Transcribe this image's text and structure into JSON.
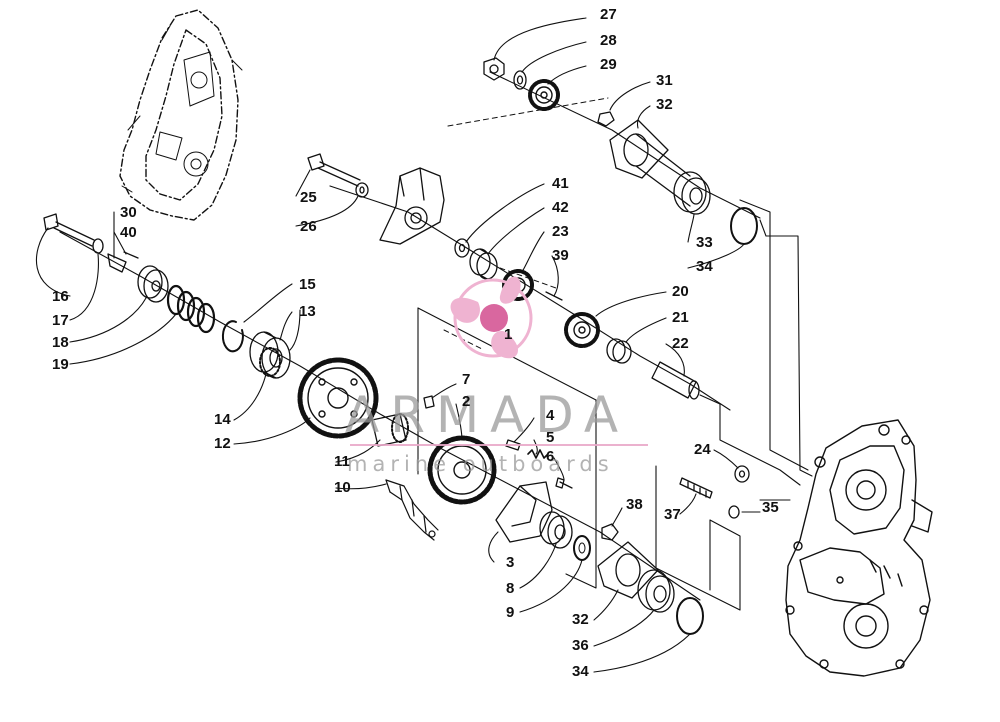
{
  "watermark": {
    "brand": "ARMADA",
    "tagline": "marine outboards",
    "colors": {
      "logo_pink": "#d9679f",
      "logo_pink_light": "#efb3d1",
      "text_gray": "#9a9a9a"
    }
  },
  "callouts": [
    {
      "id": "c27",
      "label": "27"
    },
    {
      "id": "c28",
      "label": "28"
    },
    {
      "id": "c29",
      "label": "29"
    },
    {
      "id": "c31",
      "label": "31"
    },
    {
      "id": "c32a",
      "label": "32"
    },
    {
      "id": "c25",
      "label": "25"
    },
    {
      "id": "c26",
      "label": "26"
    },
    {
      "id": "c41",
      "label": "41"
    },
    {
      "id": "c42",
      "label": "42"
    },
    {
      "id": "c23",
      "label": "23"
    },
    {
      "id": "c39",
      "label": "39"
    },
    {
      "id": "c33",
      "label": "33"
    },
    {
      "id": "c34a",
      "label": "34"
    },
    {
      "id": "c30",
      "label": "30"
    },
    {
      "id": "c40",
      "label": "40"
    },
    {
      "id": "c16",
      "label": "16"
    },
    {
      "id": "c17",
      "label": "17"
    },
    {
      "id": "c18",
      "label": "18"
    },
    {
      "id": "c19",
      "label": "19"
    },
    {
      "id": "c15",
      "label": "15"
    },
    {
      "id": "c13",
      "label": "13"
    },
    {
      "id": "c1",
      "label": "1"
    },
    {
      "id": "c20",
      "label": "20"
    },
    {
      "id": "c21",
      "label": "21"
    },
    {
      "id": "c22",
      "label": "22"
    },
    {
      "id": "c14",
      "label": "14"
    },
    {
      "id": "c12",
      "label": "12"
    },
    {
      "id": "c7",
      "label": "7"
    },
    {
      "id": "c2",
      "label": "2"
    },
    {
      "id": "c4",
      "label": "4"
    },
    {
      "id": "c5",
      "label": "5"
    },
    {
      "id": "c6",
      "label": "6"
    },
    {
      "id": "c11",
      "label": "11"
    },
    {
      "id": "c10",
      "label": "10"
    },
    {
      "id": "c24",
      "label": "24"
    },
    {
      "id": "c37",
      "label": "37"
    },
    {
      "id": "c35",
      "label": "35"
    },
    {
      "id": "c38",
      "label": "38"
    },
    {
      "id": "c3",
      "label": "3"
    },
    {
      "id": "c8",
      "label": "8"
    },
    {
      "id": "c9",
      "label": "9"
    },
    {
      "id": "c32b",
      "label": "32"
    },
    {
      "id": "c36",
      "label": "36"
    },
    {
      "id": "c34b",
      "label": "34"
    }
  ]
}
